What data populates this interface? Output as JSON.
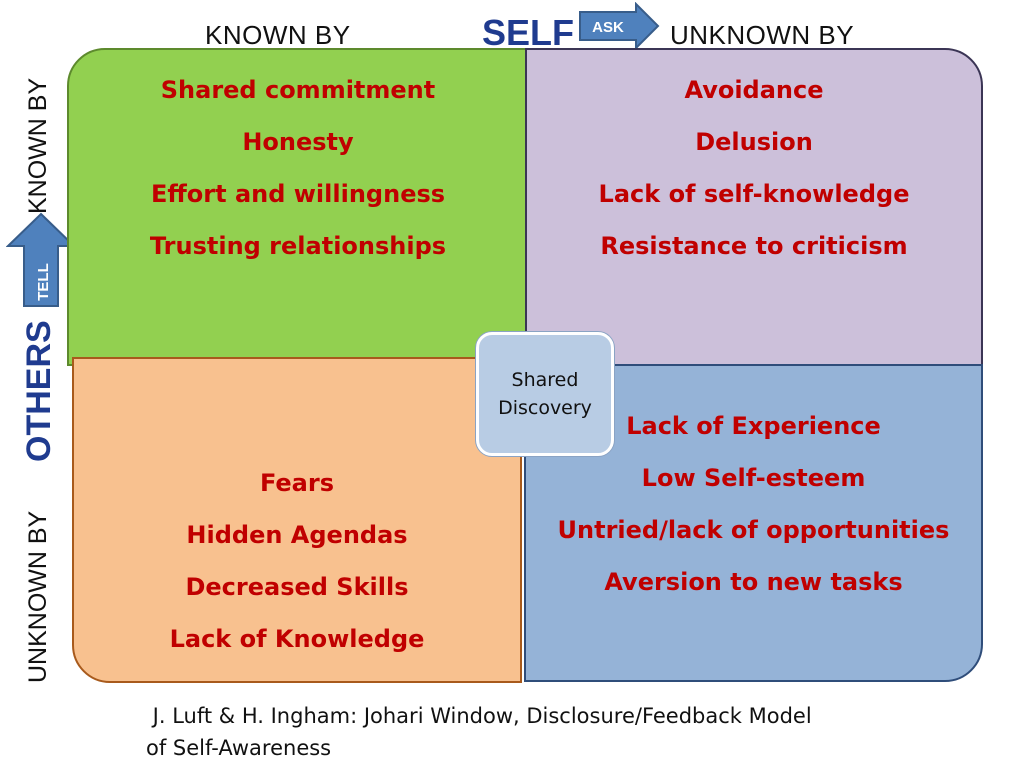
{
  "header": {
    "known_by": "KNOWN  BY",
    "self": "SELF",
    "ask": "ASK",
    "unknown_by": "UNKNOWN BY"
  },
  "side": {
    "known_by": "KNOWN BY",
    "tell": "TELL",
    "others": "OTHERS",
    "unknown_by": "UNKNOWN  BY"
  },
  "quadrants": {
    "top_left": [
      "Shared commitment",
      "Honesty",
      "Effort and willingness",
      "Trusting relationships"
    ],
    "top_right": [
      "Avoidance",
      "Delusion",
      "Lack of self-knowledge",
      "Resistance to criticism"
    ],
    "bottom_left": [
      "Fears",
      "Hidden Agendas",
      "Decreased Skills",
      "Lack of Knowledge"
    ],
    "bottom_right": [
      "Lack of Experience",
      "Low Self-esteem",
      "Untried/lack of opportunities",
      "Aversion to new tasks"
    ]
  },
  "center": {
    "line1": "Shared",
    "line2": "Discovery"
  },
  "caption": {
    "line1": " J. Luft & H. Ingham: Johari Window, Disclosure/Feedback Model",
    "line2": "of Self-Awareness"
  },
  "colors": {
    "top_left_fill": "#92d050",
    "top_right_fill": "#ccc0da",
    "bottom_left_fill": "#f8c18f",
    "bottom_right_fill": "#95b3d7",
    "item_text": "#c00000",
    "self_text": "#1f3b8f",
    "arrow_fill": "#4f81bd"
  },
  "icons": {
    "ask_arrow": "arrow-right",
    "tell_arrow": "arrow-up"
  }
}
